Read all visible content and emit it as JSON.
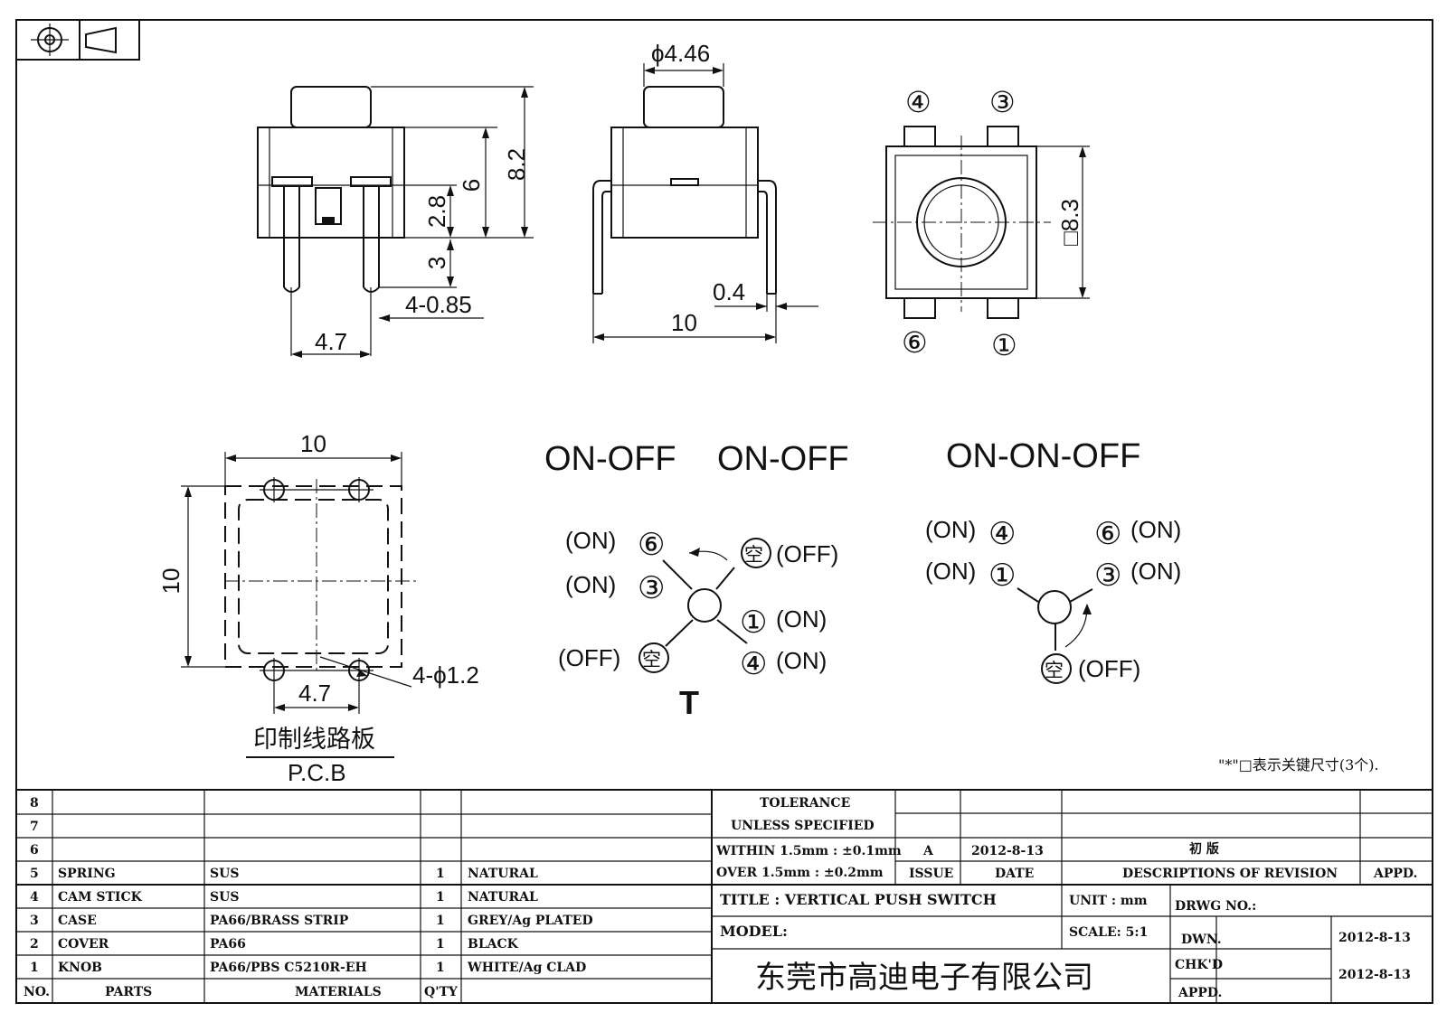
{
  "views": {
    "side": {
      "dims": {
        "d82": "8.2",
        "d6": "6",
        "d28": "2.8",
        "d3": "3",
        "d085": "4-0.85",
        "d47": "4.7"
      }
    },
    "front": {
      "dims": {
        "d446": "ϕ4.46",
        "d04": "0.4",
        "d10": "10"
      }
    },
    "top": {
      "dims": {
        "d83": "□8.3"
      },
      "pins": [
        "④",
        "③",
        "⑥",
        "①"
      ]
    },
    "pcb": {
      "dims": {
        "w10": "10",
        "h10": "10",
        "d47": "4.7",
        "holes": "4-ϕ1.2"
      },
      "label_cn": "印制线路板",
      "label_en": "P.C.B"
    }
  },
  "modes": {
    "onoff1": "ON-OFF",
    "onoff2": "ON-OFF",
    "ononoff": "ON-ON-OFF",
    "left": {
      "p6": "(ON)",
      "n6": "⑥",
      "p3": "(ON)",
      "n3": "③",
      "pk1": "(OFF)",
      "nk1": "空",
      "n1": "①",
      "p1": "(ON)",
      "n4": "④",
      "p4": "(ON)",
      "pk2": "(OFF)",
      "nk2": "空",
      "mark": "T"
    },
    "right": {
      "p4": "(ON)",
      "n4": "④",
      "p1": "(ON)",
      "n1": "①",
      "n6": "⑥",
      "p6": "(ON)",
      "n3": "③",
      "p3": "(ON)",
      "nk": "空",
      "pk": "(OFF)"
    }
  },
  "note": "\"*\"□表示关键尺寸(3个).",
  "bom": {
    "rows": [
      {
        "no": "8",
        "part": "",
        "material": "",
        "qty": "",
        "finish": ""
      },
      {
        "no": "7",
        "part": "",
        "material": "",
        "qty": "",
        "finish": ""
      },
      {
        "no": "6",
        "part": "",
        "material": "",
        "qty": "",
        "finish": ""
      },
      {
        "no": "5",
        "part": "SPRING",
        "material": "SUS",
        "qty": "1",
        "finish": "NATURAL"
      },
      {
        "no": "4",
        "part": "CAM STICK",
        "material": "SUS",
        "qty": "1",
        "finish": "NATURAL"
      },
      {
        "no": "3",
        "part": "CASE",
        "material": "PA66/BRASS STRIP",
        "qty": "1",
        "finish": "GREY/Ag PLATED"
      },
      {
        "no": "2",
        "part": "COVER",
        "material": "PA66",
        "qty": "1",
        "finish": "BLACK"
      },
      {
        "no": "1",
        "part": "KNOB",
        "material": "PA66/PBS C5210R-EH",
        "qty": "1",
        "finish": "WHITE/Ag CLAD"
      }
    ],
    "headers": {
      "no": "NO.",
      "parts": "PARTS",
      "materials": "MATERIALS",
      "qty": "Q'TY"
    }
  },
  "title_block": {
    "tolerance1": "TOLERANCE",
    "tolerance2": "UNLESS  SPECIFIED",
    "within": "WITHIN 1.5mm : ±0.1mm",
    "over": "OVER 1.5mm : ±0.2mm",
    "issue_val": "A",
    "date_val": "2012-8-13",
    "rev_desc": "初  版",
    "issue_hdr": "ISSUE",
    "date_hdr": "DATE",
    "desc_hdr": "DESCRIPTIONS OF REVISION",
    "appd_hdr": "APPD.",
    "title": "TITLE :  VERTICAL PUSH SWITCH",
    "unit": "UNIT :  mm",
    "drwg": "DRWG NO.:",
    "model": "MODEL:",
    "scale": "SCALE:  5:1",
    "dwn": "DWN.",
    "dwn_date": "2012-8-13",
    "chkd": "CHK'D",
    "chkd_date": "2012-8-13",
    "appd": "APPD.",
    "company": "东莞市高迪电子有限公司"
  }
}
